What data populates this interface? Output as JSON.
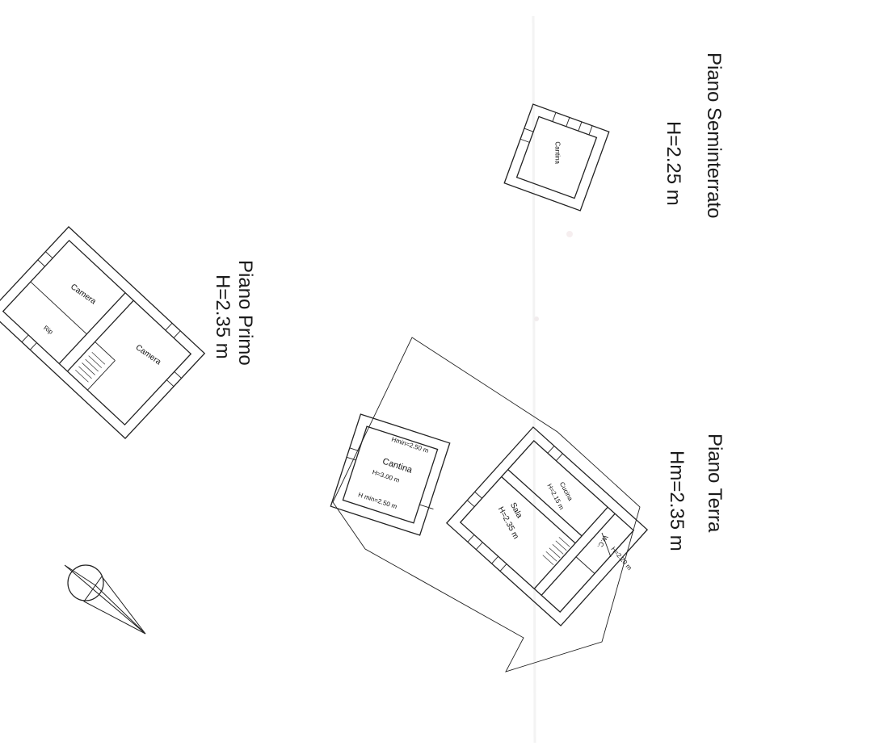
{
  "seminterrato": {
    "title": "Piano Seminterrato",
    "height": "H=2.25 m",
    "room": "Cantina"
  },
  "primo": {
    "title": "Piano Primo",
    "height": "H=2.35 m",
    "room1": "Camera",
    "room2": "Camera",
    "room3": "Rip"
  },
  "terra": {
    "title": "Piano Terra",
    "height": "Hm=2.35 m",
    "cantina": {
      "name": "Cantina",
      "hmin_top": "Hmin=2.50 m",
      "h": "H=3.00 m",
      "hmin_bottom": "H min=2.50 m"
    },
    "cucina": {
      "name": "Cucina",
      "h": "H=2.15 m"
    },
    "sala": {
      "name": "Sala",
      "h": "H=2.35 m"
    },
    "wc": {
      "name": "W.C.",
      "h": "H=2.20 m"
    }
  }
}
